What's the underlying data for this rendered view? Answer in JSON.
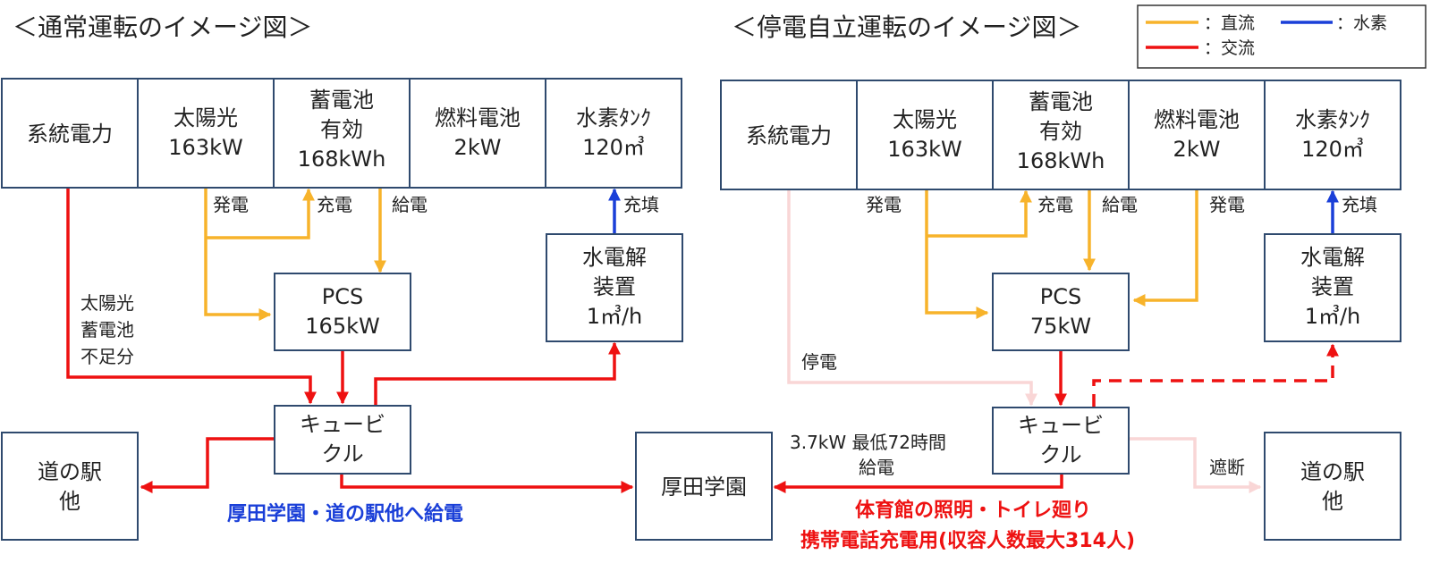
{
  "left": {
    "heading": "＜通常運転のイメージ図＞",
    "sources": {
      "grid": "系統電力",
      "solar": [
        "太陽光",
        "163kW"
      ],
      "battery": [
        "蓄電池",
        "有効",
        "168kWh"
      ],
      "fuel_cell": [
        "燃料電池",
        "2kW"
      ],
      "h2_tank": [
        "水素ﾀﾝｸ",
        "120㎥"
      ]
    },
    "labels": {
      "generation": "発電",
      "charge": "充電",
      "supply": "給電",
      "fill": "充填",
      "shortfall": [
        "太陽光",
        "蓄電池",
        "不足分"
      ]
    },
    "pcs": [
      "PCS",
      "165kW"
    ],
    "electrolyzer": [
      "水電解",
      "装置",
      "1㎥/h"
    ],
    "cubicle": [
      "キュービ",
      "クル"
    ],
    "station": [
      "道の駅",
      "他"
    ],
    "caption": "厚田学園・道の駅他へ給電"
  },
  "center": {
    "school": "厚田学園"
  },
  "right": {
    "heading": "＜停電自立運転のイメージ図＞",
    "sources": {
      "grid": "系統電力",
      "solar": [
        "太陽光",
        "163kW"
      ],
      "battery": [
        "蓄電池",
        "有効",
        "168kWh"
      ],
      "fuel_cell": [
        "燃料電池",
        "2kW"
      ],
      "h2_tank": [
        "水素ﾀﾝｸ",
        "120㎥"
      ]
    },
    "labels": {
      "generation": "発電",
      "charge": "充電",
      "supply": "給電",
      "generation2": "発電",
      "fill": "充填",
      "outage": "停電",
      "cutoff": "遮断",
      "supply_note": [
        "3.7kW 最低72時間",
        "給電"
      ]
    },
    "pcs": [
      "PCS",
      "75kW"
    ],
    "electrolyzer": [
      "水電解",
      "装置",
      "1㎥/h"
    ],
    "cubicle": [
      "キュービ",
      "クル"
    ],
    "station": [
      "道の駅",
      "他"
    ],
    "caption": [
      "体育館の照明・トイレ廻り",
      "携帯電話充電用(収容人数最大314人)"
    ]
  },
  "legend": {
    "dc": "：直流",
    "hydrogen": "：水素",
    "ac": "：交流"
  },
  "colors": {
    "dc": "#f7b32b",
    "ac": "#ee1111",
    "hydrogen": "#1a3fd8",
    "outage_faded": "#f9d6d6",
    "box_border": "#2f4a6e"
  }
}
